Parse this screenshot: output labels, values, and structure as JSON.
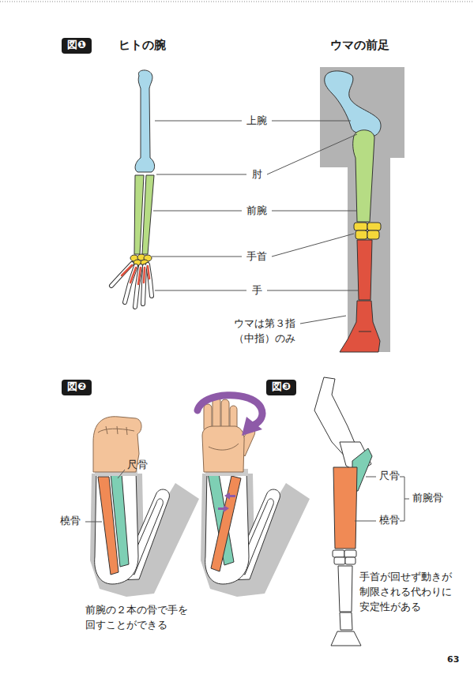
{
  "diagram": {
    "nodes": [
      {
        "text": [
          "図❶"
        ]
      },
      {
        "text": [
          "図❷"
        ]
      },
      {
        "text": [
          "図❸"
        ]
      }
    ],
    "labels": [
      "ヒトの腕",
      "ウマの前足",
      "上腕",
      "肘",
      "前腕",
      "手首",
      "手",
      "ウマは第３指（中指）のみ",
      "尺骨",
      "橈骨",
      "前腕の２本の骨で手を回すことができる",
      "尺骨",
      "前腕骨",
      "橈骨",
      "手首が回せず動きが制限される代わりに安定性がある",
      "63"
    ]
  }
}
